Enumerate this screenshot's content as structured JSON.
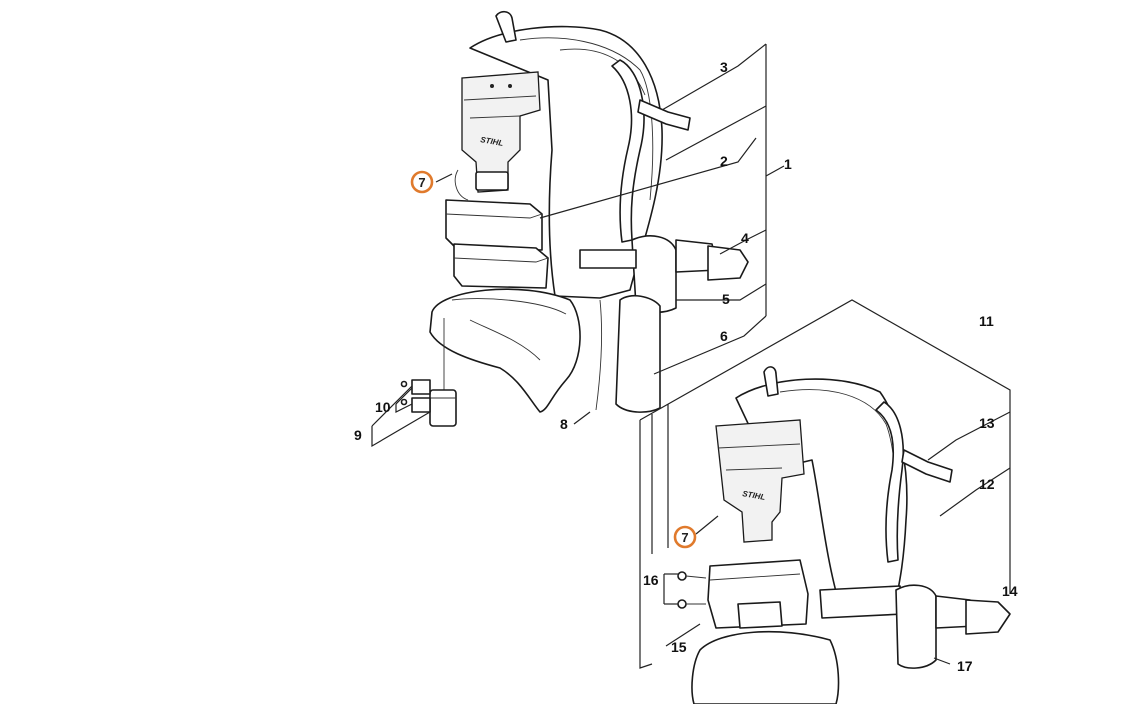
{
  "diagram": {
    "brand_mark": "STIHL",
    "callouts": [
      "1",
      "2",
      "3",
      "4",
      "5",
      "6",
      "8",
      "9",
      "10",
      "11",
      "12",
      "13",
      "14",
      "15",
      "16",
      "17"
    ],
    "highlight_callout": "7",
    "highlight_color": "#e07a2c"
  }
}
